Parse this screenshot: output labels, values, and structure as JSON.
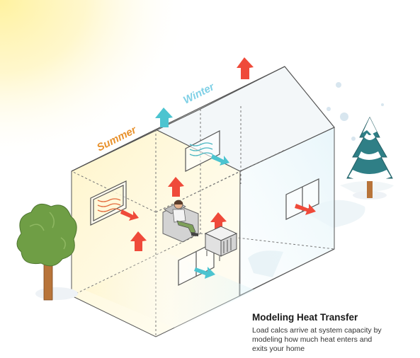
{
  "labels": {
    "summer": "Summer",
    "winter": "Winter"
  },
  "caption": {
    "title": "Modeling Heat Transfer",
    "body": "Load calcs arrive at system capacity by modeling how much heat enters and exits your home"
  },
  "colors": {
    "summer_label": "#e8922e",
    "winter_label": "#7fd0e6",
    "heat_arrow": "#ef4a3a",
    "cold_arrow": "#4cc4d0",
    "house_outline": "#555555",
    "sun_glow": "#ffe98a",
    "tree_green": "#6f9e45",
    "pine_teal": "#2f7f86"
  }
}
